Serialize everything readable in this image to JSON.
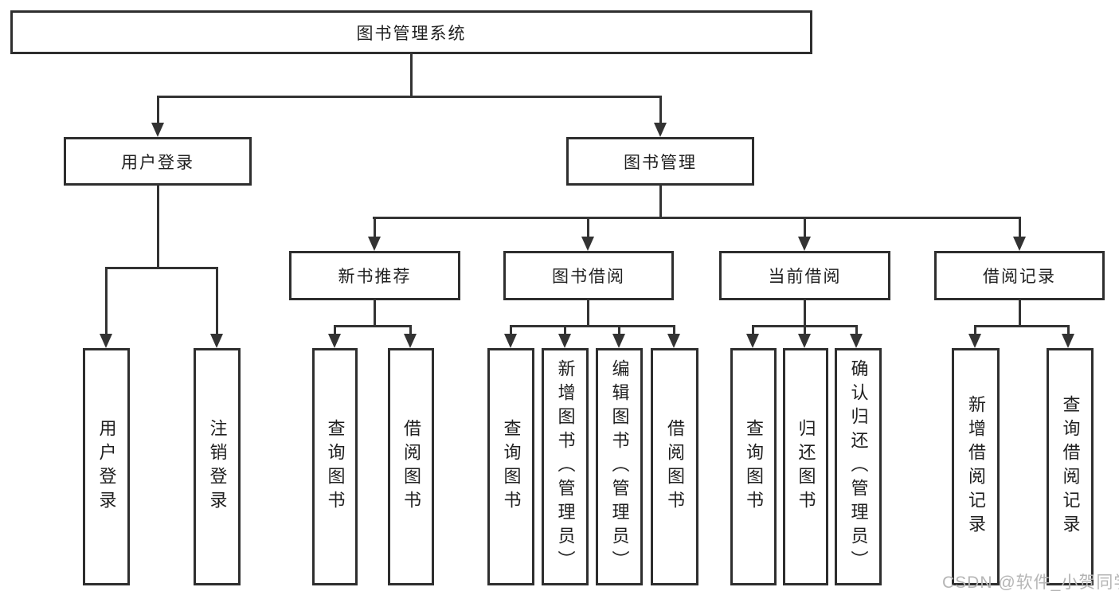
{
  "diagram": {
    "type": "hierarchy-tree",
    "root": {
      "label": "图书管理系统"
    },
    "level2": [
      {
        "label": "用户登录"
      },
      {
        "label": "图书管理"
      }
    ],
    "level3": [
      {
        "label": "新书推荐"
      },
      {
        "label": "图书借阅"
      },
      {
        "label": "当前借阅"
      },
      {
        "label": "借阅记录"
      }
    ],
    "leaves": {
      "user": [
        {
          "label": "用户登录"
        },
        {
          "label": "注销登录"
        }
      ],
      "recommend": [
        {
          "label": "查询图书"
        },
        {
          "label": "借阅图书"
        }
      ],
      "borrow": [
        {
          "label": "查询图书"
        },
        {
          "label": "新增图书（管理员）"
        },
        {
          "label": "编辑图书（管理员）"
        },
        {
          "label": "借阅图书"
        }
      ],
      "current": [
        {
          "label": "查询图书"
        },
        {
          "label": "归还图书"
        },
        {
          "label": "确认归还（管理员）"
        }
      ],
      "records": [
        {
          "label": "新增借阅记录"
        },
        {
          "label": "查询借阅记录"
        }
      ]
    },
    "watermark": "CSDN @软件_小贺同学",
    "colors": {
      "line": "#333333",
      "border": "#2e2e2e",
      "text": "#1f1f1f",
      "watermark": "#b5b5b5",
      "background": "#ffffff"
    }
  }
}
